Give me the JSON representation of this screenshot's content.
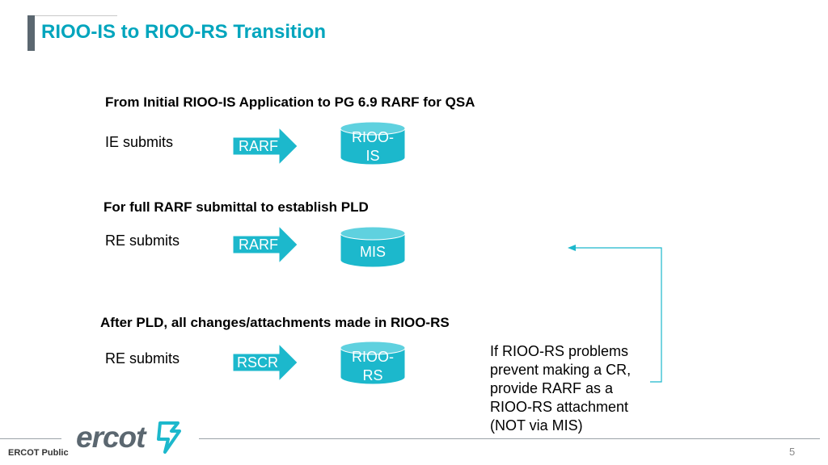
{
  "title": "RIOO-IS to RIOO-RS Transition",
  "sections": [
    {
      "heading": "From Initial RIOO-IS Application to PG 6.9 RARF for QSA",
      "submitter": "IE submits",
      "arrow_label": "RARF",
      "destination": [
        "RIOO-",
        "IS"
      ]
    },
    {
      "heading": "For full RARF submittal to establish PLD",
      "submitter": "RE submits",
      "arrow_label": "RARF",
      "destination": [
        "MIS"
      ]
    },
    {
      "heading": "After PLD, all changes/attachments made in RIOO-RS",
      "submitter": "RE submits",
      "arrow_label": "RSCR",
      "destination": [
        "RIOO-",
        "RS"
      ]
    }
  ],
  "note": [
    "If RIOO-RS problems",
    "prevent making a CR,",
    "provide RARF as a",
    "RIOO-RS attachment",
    "(NOT via MIS)"
  ],
  "footer": {
    "logo": "ercot",
    "classification": "ERCOT Public",
    "page_number": "5"
  },
  "colors": {
    "accent": "#00a5bd",
    "arrow_fill": "#1cb8cc",
    "cylinder_fill": "#1cb8cc",
    "connector": "#1cb8cc",
    "title_bar": "#5b6770",
    "logo": "#5b6770"
  }
}
